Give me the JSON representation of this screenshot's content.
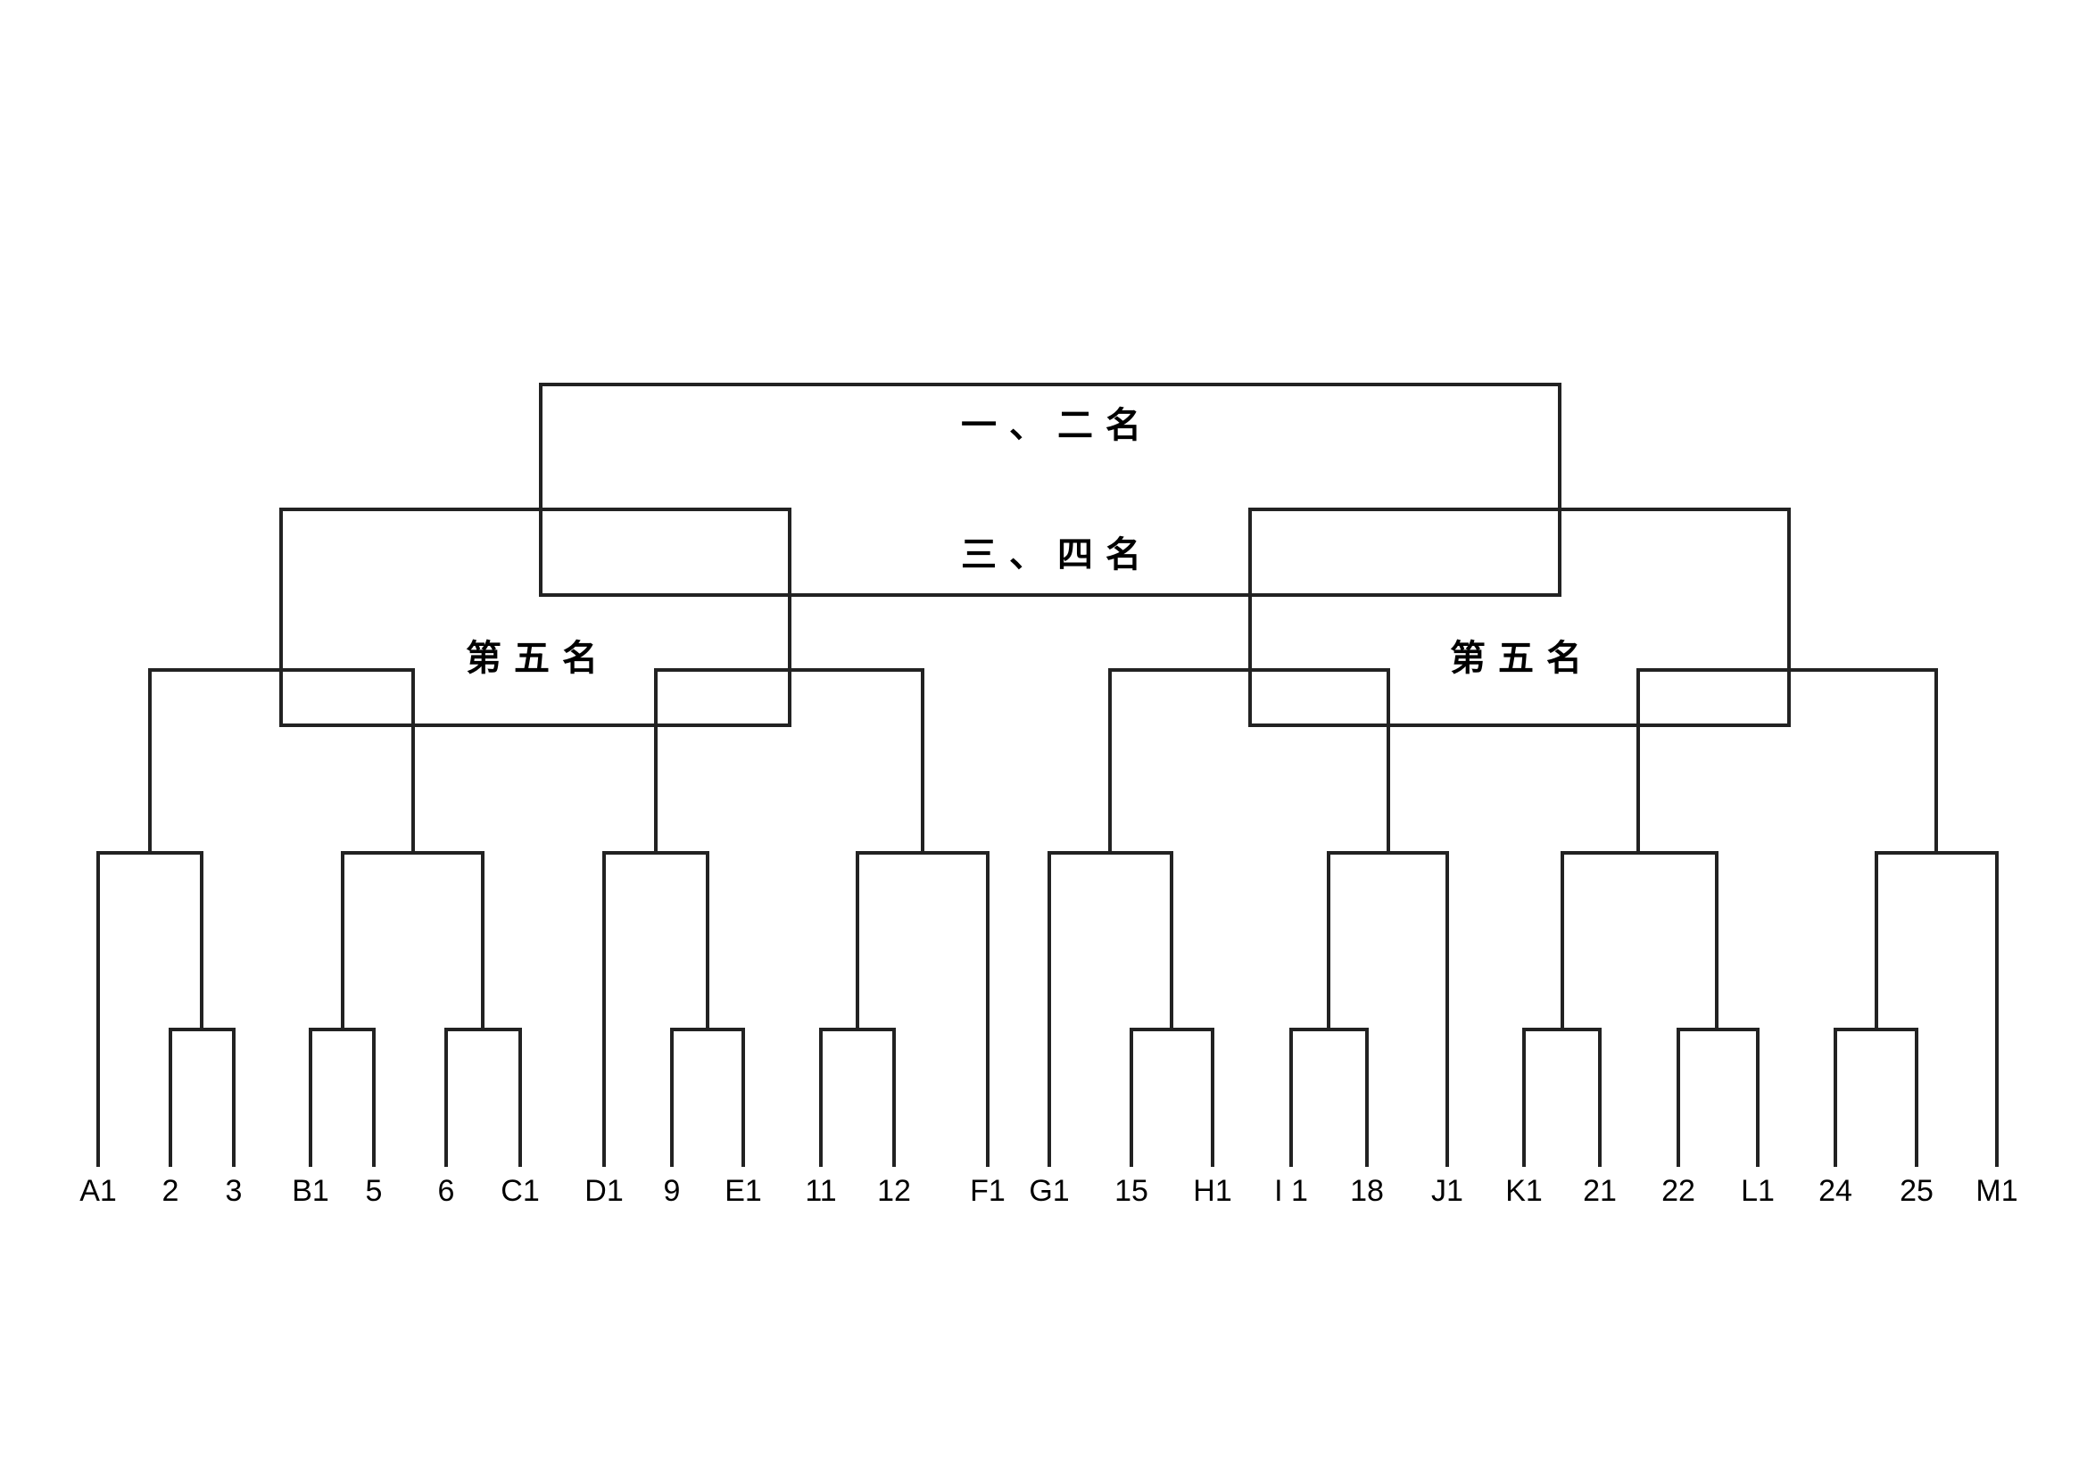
{
  "titles": {
    "final": "一、二名",
    "third_place": "三、四名",
    "fifth_left": "第五名",
    "fifth_right": "第五名"
  },
  "teams": [
    "A1",
    "2",
    "3",
    "B1",
    "5",
    "6",
    "C1",
    "D1",
    "9",
    "E1",
    "11",
    "12",
    "F1",
    "G1",
    "15",
    "H1",
    "I 1",
    "18",
    "J1",
    "K1",
    "21",
    "22",
    "L1",
    "24",
    "25",
    "M1"
  ]
}
